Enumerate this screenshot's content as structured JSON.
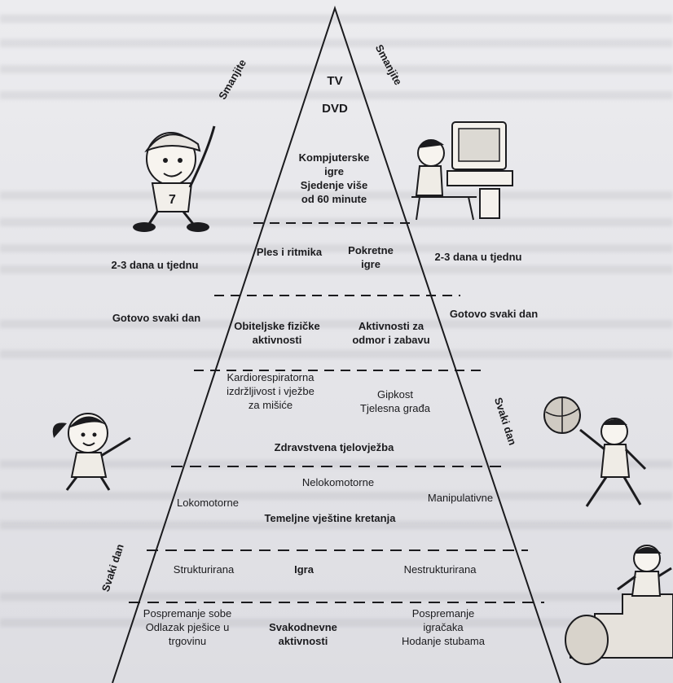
{
  "tiers": {
    "top": {
      "line1": "TV",
      "line2": "DVD",
      "line3": "Kompjuterske",
      "line4": "igre",
      "line5": "Sjedenje više",
      "line6": "od 60 minute"
    },
    "rhythm": {
      "left": "Ples i ritmika",
      "right_line1": "Pokretne",
      "right_line2": "igre"
    },
    "family": {
      "left_line1": "Obiteljske fizičke",
      "left_line2": "aktivnosti",
      "right_line1": "Aktivnosti za",
      "right_line2": "odmor i zabavu"
    },
    "fitness": {
      "l1": "Kardiorespiratorna",
      "l2": "izdržljivost i vježbe",
      "l3": "za mišiće",
      "r1": "Gipkost",
      "r2": "Tjelesna građa",
      "center": "Zdravstvena tjelovježba"
    },
    "movement": {
      "top": "Nelokomotorne",
      "left": "Lokomotorne",
      "right": "Manipulativne",
      "center": "Temeljne vještine kretanja"
    },
    "play": {
      "left": "Strukturirana",
      "center": "Igra",
      "right": "Nestrukturirana"
    },
    "daily": {
      "l1": "Pospremanje sobe",
      "l2": "Odlazak pješice u",
      "l3": "trgovinu",
      "c1": "Svakodnevne",
      "c2": "aktivnosti",
      "r1": "Pospremanje",
      "r2": "igračaka",
      "r3": "Hodanje stubama"
    }
  },
  "side_labels": {
    "reduce_left": "Smanjite",
    "reduce_right": "Smanjite",
    "freq_23_left": "2-3 dana u tjednu",
    "freq_23_right": "2-3 dana u tjednu",
    "almost_left": "Gotovo svaki dan",
    "almost_right": "Gotovo svaki dan",
    "every_right": "Svaki dan",
    "every_left": "Svaki dan"
  },
  "colors": {
    "ink": "#1b1b1e",
    "page": "#e9e9ec"
  },
  "illustrations": [
    "boy-with-cap-illustration",
    "child-at-computer-illustration",
    "girl-with-ponytail-illustration",
    "boy-with-basketball-illustration",
    "child-on-stairs-illustration"
  ]
}
